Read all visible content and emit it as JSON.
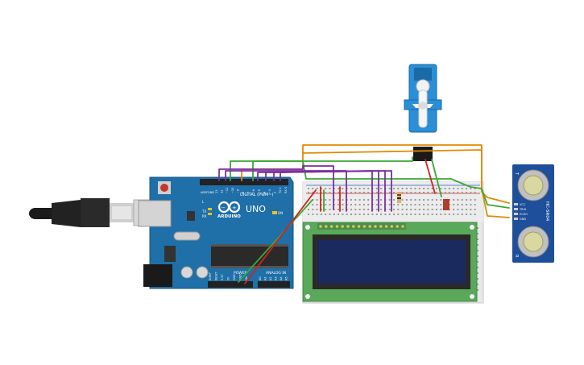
{
  "arduino": {
    "brand": "ARDUINO",
    "model": "UNO",
    "digital_label": "DIGITAL (PWM~)",
    "power_label": "POWER",
    "analog_label": "ANALOG IN",
    "tx": "TX",
    "rx": "RX",
    "on": "ON",
    "l": "L",
    "aref": "AREF",
    "gnd": "GND",
    "top_pins": [
      "13",
      "12",
      "~11",
      "~10",
      "~9",
      "8",
      "7",
      "~6",
      "~5",
      "4",
      "~3",
      "2",
      "TX 1",
      "RX 0"
    ],
    "power_pins": [
      "IOREF",
      "RESET",
      "3.3V",
      "5V",
      "GND",
      "GND",
      "Vin"
    ],
    "analog_pins": [
      "A0",
      "A1",
      "A2",
      "A3",
      "A4",
      "A5"
    ]
  },
  "sensor": {
    "model": "HC-SR04",
    "pins": [
      "VCC",
      "TRIG",
      "ECHO",
      "GND"
    ],
    "t": "T",
    "r": "R"
  },
  "colors": {
    "board": "#1f6fa8",
    "breadboard": "#e8e8e8",
    "lcd_pcb": "#5aa85a",
    "lcd_screen": "#1a2a5e",
    "wire_orange": "#e08a00",
    "wire_green": "#3aa832",
    "wire_purple": "#7b2f9e",
    "wire_red": "#d42020",
    "servo": "#2b8fd6",
    "sensor": "#1d4f9a"
  },
  "icons": [
    "usb-cable-icon",
    "servo-icon",
    "lcd-icon",
    "ultrasonic-sensor-icon",
    "breadboard-icon",
    "arduino-board-icon"
  ]
}
